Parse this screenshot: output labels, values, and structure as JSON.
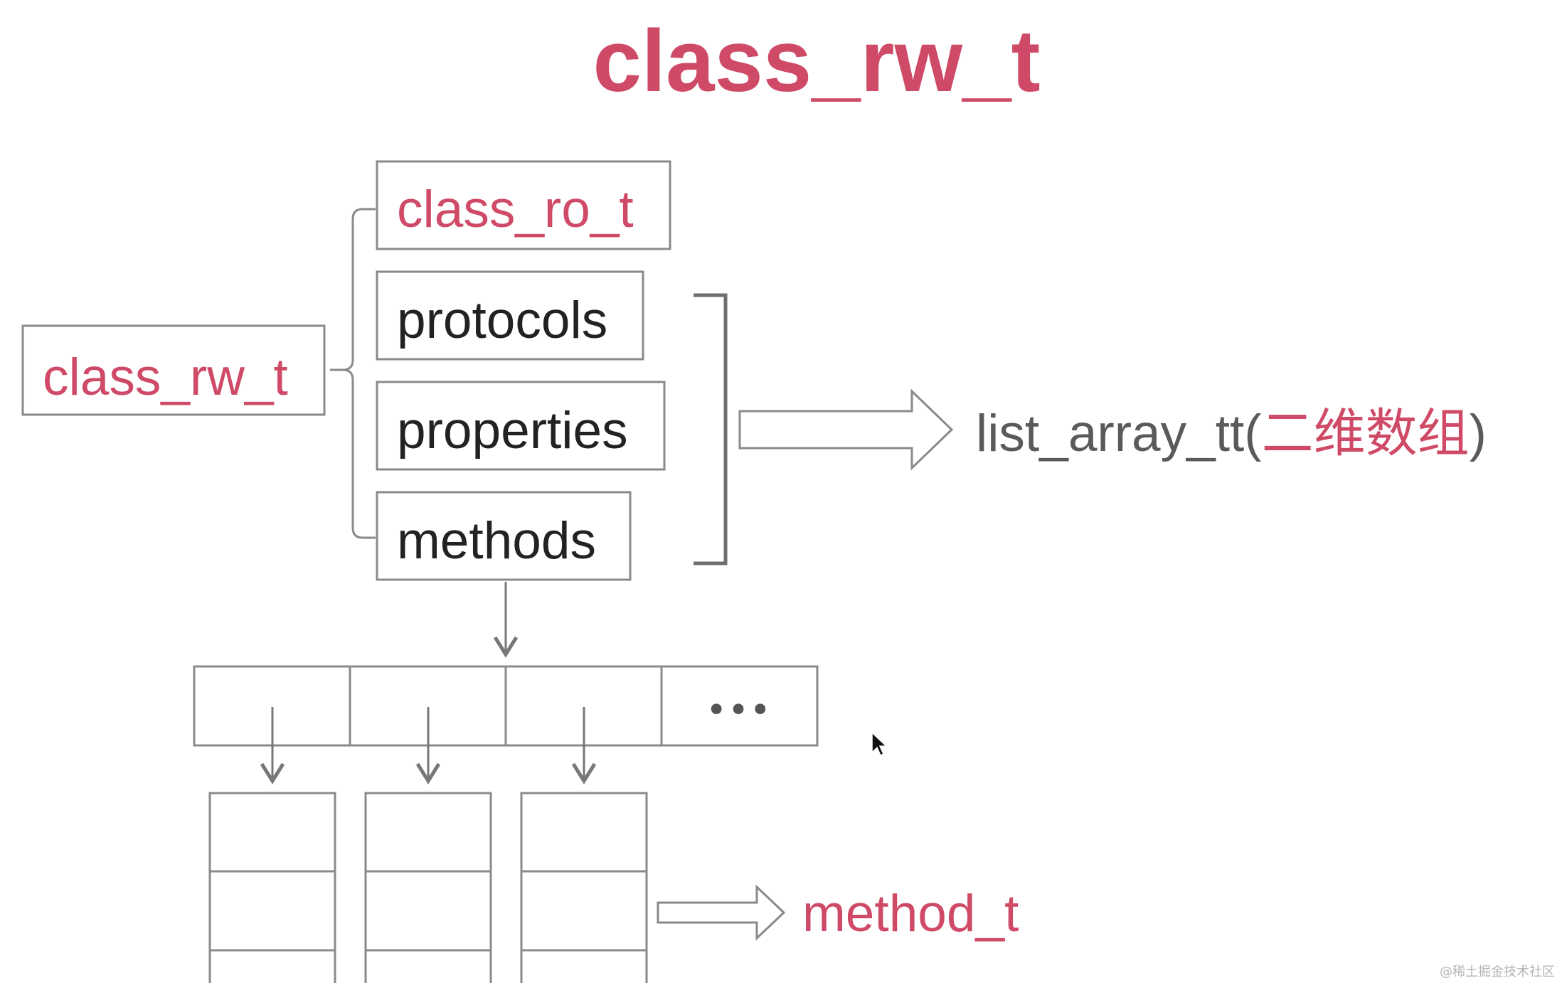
{
  "title": "class_rw_t",
  "root": {
    "label": "class_rw_t"
  },
  "members": [
    {
      "label": "class_ro_t"
    },
    {
      "label": "protocols"
    },
    {
      "label": "properties"
    },
    {
      "label": "methods"
    }
  ],
  "list_array": {
    "prefix": "list_array_tt(",
    "highlight": "二维数组",
    "suffix": ")"
  },
  "array": {
    "ellipsis": "•••"
  },
  "method_t": {
    "label": "method_t"
  },
  "watermark": "@稀土掘金技术社区",
  "colors": {
    "accent": "#cf4a66",
    "line": "#777777",
    "box_border": "#8a8a8a",
    "text": "#222222"
  }
}
